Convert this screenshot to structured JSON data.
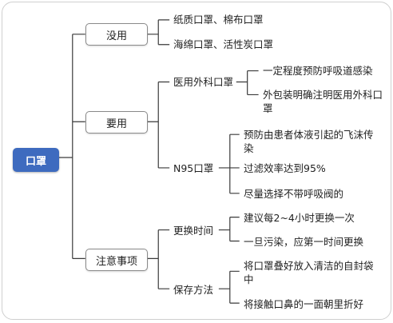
{
  "root": "口罩",
  "categories": {
    "useless": {
      "label": "没用",
      "items": [
        "纸质口罩、棉布口罩",
        "海绵口罩、活性炭口罩"
      ]
    },
    "useful": {
      "label": "要用",
      "surgical": {
        "label": "医用外科口罩",
        "items": [
          "一定程度预防呼吸道感染",
          "外包装明确注明医用外科口罩"
        ]
      },
      "n95": {
        "label": "N95口罩",
        "items": [
          "预防由患者体液引起的飞沫传染",
          "过滤效率达到95%",
          "尽量选择不带呼吸阀的"
        ]
      }
    },
    "notes": {
      "label": "注意事项",
      "replace": {
        "label": "更换时间",
        "items": [
          "建议每2~4小时更换一次",
          "一旦污染，应第一时间更换"
        ]
      },
      "storage": {
        "label": "保存方法",
        "items": [
          "将口罩叠好放入清洁的自封袋中",
          "将接触口鼻的一面朝里折好"
        ]
      }
    }
  }
}
